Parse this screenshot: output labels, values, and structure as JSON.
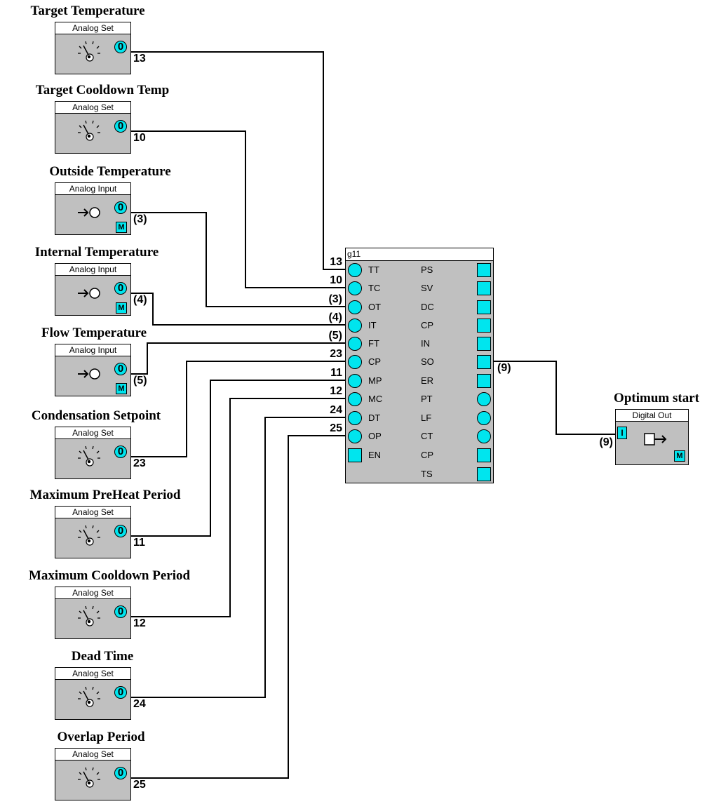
{
  "blocks": [
    {
      "title": "Target Temperature",
      "type": "Analog Set",
      "port": "0",
      "wire_label": "13"
    },
    {
      "title": "Target Cooldown Temp",
      "type": "Analog Set",
      "port": "0",
      "wire_label": "10"
    },
    {
      "title": "Outside Temperature",
      "type": "Analog Input",
      "port": "0",
      "m": "M",
      "wire_label": "(3)"
    },
    {
      "title": "Internal Temperature",
      "type": "Analog Input",
      "port": "0",
      "m": "M",
      "wire_label": "(4)"
    },
    {
      "title": "Flow Temperature",
      "type": "Analog Input",
      "port": "0",
      "m": "M",
      "wire_label": "(5)"
    },
    {
      "title": "Condensation Setpoint",
      "type": "Analog Set",
      "port": "0",
      "wire_label": "23"
    },
    {
      "title": "Maximum PreHeat Period",
      "type": "Analog Set",
      "port": "0",
      "wire_label": "11"
    },
    {
      "title": "Maximum Cooldown Period",
      "type": "Analog Set",
      "port": "0",
      "wire_label": "12"
    },
    {
      "title": "Dead Time",
      "type": "Analog Set",
      "port": "0",
      "wire_label": "24"
    },
    {
      "title": "Overlap Period",
      "type": "Analog Set",
      "port": "0",
      "wire_label": "25"
    }
  ],
  "main_block": {
    "name": "g11",
    "inputs": [
      {
        "label": "TT",
        "wire_label": "13",
        "kind": "circle"
      },
      {
        "label": "TC",
        "wire_label": "10",
        "kind": "circle"
      },
      {
        "label": "OT",
        "wire_label": "(3)",
        "kind": "circle"
      },
      {
        "label": "IT",
        "wire_label": "(4)",
        "kind": "circle"
      },
      {
        "label": "FT",
        "wire_label": "(5)",
        "kind": "circle"
      },
      {
        "label": "CP",
        "wire_label": "23",
        "kind": "circle"
      },
      {
        "label": "MP",
        "wire_label": "11",
        "kind": "circle"
      },
      {
        "label": "MC",
        "wire_label": "12",
        "kind": "circle"
      },
      {
        "label": "DT",
        "wire_label": "24",
        "kind": "circle"
      },
      {
        "label": "OP",
        "wire_label": "25",
        "kind": "circle"
      },
      {
        "label": "EN",
        "wire_label": "",
        "kind": "square"
      }
    ],
    "outputs": [
      {
        "label": "PS",
        "kind": "square"
      },
      {
        "label": "SV",
        "kind": "square"
      },
      {
        "label": "DC",
        "kind": "square"
      },
      {
        "label": "CP",
        "kind": "square"
      },
      {
        "label": "IN",
        "kind": "square"
      },
      {
        "label": "SO",
        "kind": "square",
        "wire_label": "(9)"
      },
      {
        "label": "ER",
        "kind": "square"
      },
      {
        "label": "PT",
        "kind": "circle"
      },
      {
        "label": "LF",
        "kind": "circle"
      },
      {
        "label": "CT",
        "kind": "circle"
      },
      {
        "label": "CP",
        "kind": "square"
      },
      {
        "label": "TS",
        "kind": "square"
      }
    ]
  },
  "output_block": {
    "title": "Optimum start",
    "type": "Digital Out",
    "input_port": "I",
    "m": "M",
    "wire_label": "(9)"
  },
  "colors": {
    "port_fill": "#00e5ee",
    "block_fill": "#c0c0c0",
    "wire": "#000000"
  }
}
